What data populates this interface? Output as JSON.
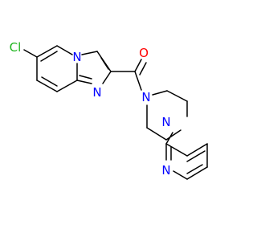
{
  "molecule": {
    "atoms": {
      "cl": {
        "label": "Cl",
        "color": "#1fb41f"
      },
      "n_bridge": {
        "label": "N",
        "color": "#0000ff"
      },
      "n_imid": {
        "label": "N",
        "color": "#0000ff"
      },
      "o_carbonyl": {
        "label": "O",
        "color": "#ff0000"
      },
      "n_pip1": {
        "label": "N",
        "color": "#0000ff"
      },
      "n_pip4": {
        "label": "N",
        "color": "#0000ff"
      },
      "n_pyr": {
        "label": "N",
        "color": "#0000ff"
      }
    },
    "bond_color": "#000000"
  }
}
